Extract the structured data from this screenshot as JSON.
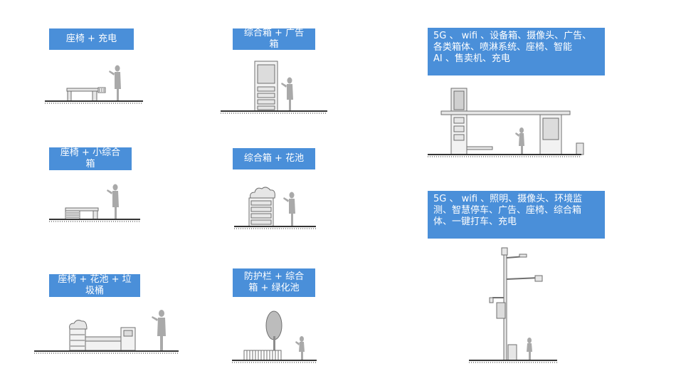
{
  "cards": [
    {
      "id": "bench-charge",
      "text": "座椅 + 充电"
    },
    {
      "id": "box-ad",
      "text": "综合箱 + 广告\n箱"
    },
    {
      "id": "full-shelter",
      "text": "5G 、 wifi 、设备箱、摄像头、广告、\n各类箱体、喷淋系统、座椅、智能\nAI 、售卖机、充电"
    },
    {
      "id": "bench-box",
      "text": "座椅 + 小综合\n箱"
    },
    {
      "id": "box-planter",
      "text": "综合箱 + 花池"
    },
    {
      "id": "smart-pole",
      "text": "5G 、 wifi 、照明、摄像头、环境监\n测、智慧停车、广告、座椅、综合箱\n体、一键打车、充电"
    },
    {
      "id": "bench-planter-bin",
      "text": "座椅 + 花池 + 垃\n圾桶"
    },
    {
      "id": "rail-box-green",
      "text": "防护栏 + 综合\n箱 + 绿化池"
    }
  ],
  "colors": {
    "label_bg": "#4a8fd9",
    "label_text": "#ffffff",
    "ground": "#333333",
    "figure": "#a9a9a9"
  }
}
